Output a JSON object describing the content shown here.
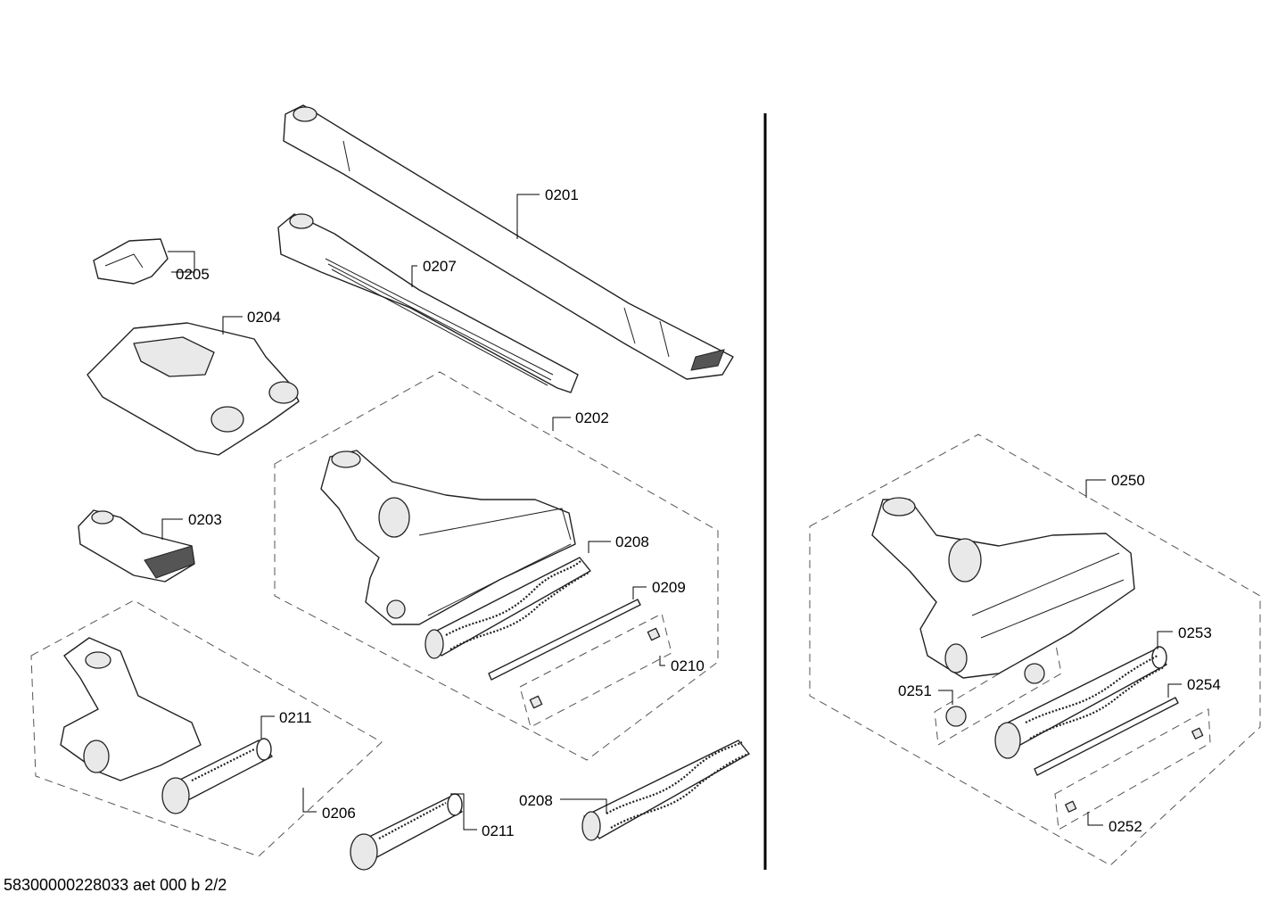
{
  "labels": {
    "p0201": "0201",
    "p0202": "0202",
    "p0203": "0203",
    "p0204": "0204",
    "p0205": "0205",
    "p0206": "0206",
    "p0207": "0207",
    "p0208a": "0208",
    "p0208b": "0208",
    "p0209": "0209",
    "p0210": "0210",
    "p0211a": "0211",
    "p0211b": "0211",
    "p0250": "0250",
    "p0251": "0251",
    "p0252": "0252",
    "p0253": "0253",
    "p0254": "0254"
  },
  "footer": "58300000228033 aet 000 b 2/2"
}
